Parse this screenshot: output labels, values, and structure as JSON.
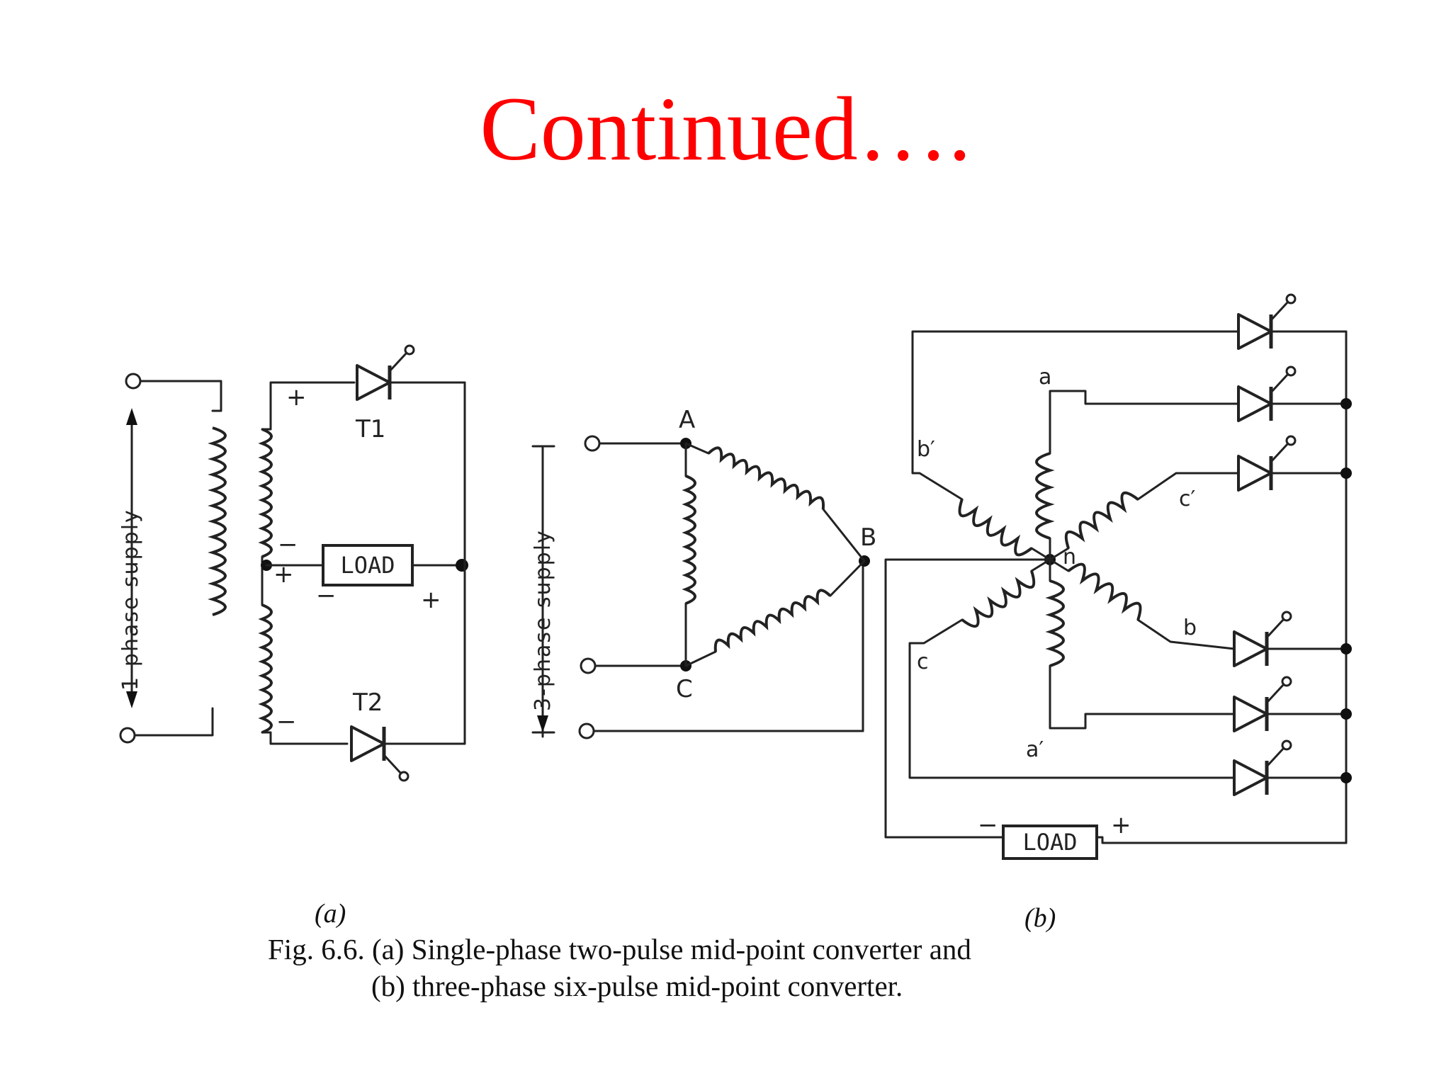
{
  "slide": {
    "title": "Continued…."
  },
  "circuit_a": {
    "supply_label": "1-phase supply",
    "thyristor_1": "T1",
    "thyristor_2": "T2",
    "load": "LOAD",
    "polarity": {
      "plus": "+",
      "minus": "−"
    },
    "sublabel": "(a)"
  },
  "circuit_b": {
    "supply_label": "3-phase supply",
    "delta_nodes": [
      "A",
      "B",
      "C"
    ],
    "star_windings": [
      "a",
      "b′",
      "c′",
      "b",
      "c",
      "a′"
    ],
    "neutral": "n",
    "load": "LOAD",
    "polarity": {
      "plus": "+",
      "minus": "−"
    },
    "sublabel": "(b)"
  },
  "caption": {
    "line1": "Fig. 6.6. (a) Single-phase two-pulse mid-point converter and",
    "line2": "(b) three-phase six-pulse mid-point converter."
  },
  "colors": {
    "title": "#ff0000",
    "ink": "#222222",
    "background": "#ffffff"
  }
}
